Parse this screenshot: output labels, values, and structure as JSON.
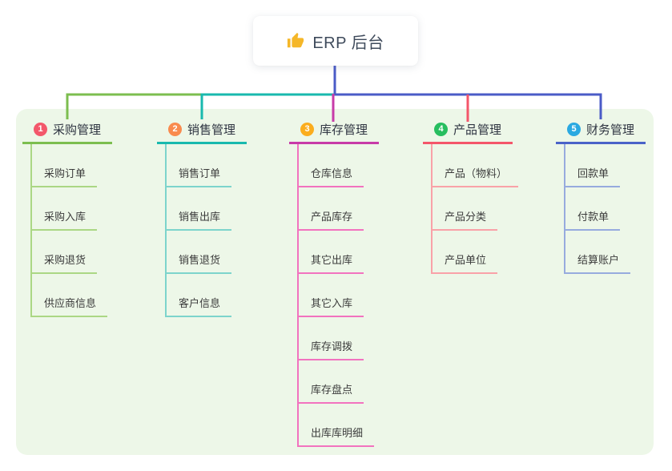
{
  "root": {
    "title": "ERP 后台",
    "icon": "thumbs-up"
  },
  "branches": [
    {
      "index": "1",
      "title": "采购管理",
      "badge_color": "#F3586B",
      "line_color": "#7CBE4F",
      "sub_line_color": "#ABD784",
      "items": [
        "采购订单",
        "采购入库",
        "采购退货",
        "供应商信息"
      ]
    },
    {
      "index": "2",
      "title": "销售管理",
      "badge_color": "#F98B4E",
      "line_color": "#19B9AE",
      "sub_line_color": "#7DD4CC",
      "items": [
        "销售订单",
        "销售出库",
        "销售退货",
        "客户信息"
      ]
    },
    {
      "index": "3",
      "title": "库存管理",
      "badge_color": "#FBAD1D",
      "line_color": "#C73BA8",
      "sub_line_color": "#F273BF",
      "items": [
        "仓库信息",
        "产品库存",
        "其它出库",
        "其它入库",
        "库存调拨",
        "库存盘点",
        "出库库明细"
      ]
    },
    {
      "index": "4",
      "title": "产品管理",
      "badge_color": "#27BE5F",
      "line_color": "#F4566A",
      "sub_line_color": "#F9A2A8",
      "items": [
        "产品（物料）",
        "产品分类",
        "产品单位"
      ]
    },
    {
      "index": "5",
      "title": "财务管理",
      "badge_color": "#4A63C8",
      "line_color": "#4A63C8",
      "badge_fill": "#2BA9E1",
      "sub_line_color": "#97ABDE",
      "items": [
        "回款单",
        "付款单",
        "结算账户"
      ]
    }
  ],
  "connectors": {
    "stem_color": "#4A5BC7"
  },
  "canvas": {
    "background": "#FFFFFF",
    "panel_background": "#EDF7E8"
  }
}
